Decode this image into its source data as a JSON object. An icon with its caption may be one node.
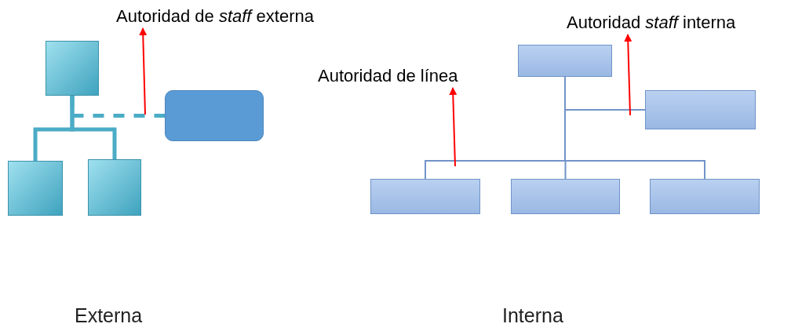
{
  "diagram": {
    "nodes": [
      {
        "text": [],
        "shape": "box"
      },
      {
        "text": [],
        "shape": "box"
      },
      {
        "text": [],
        "shape": "box"
      },
      {
        "text": [],
        "shape": "box"
      },
      {
        "text": [],
        "shape": "box"
      },
      {
        "text": [],
        "shape": "box"
      },
      {
        "text": [],
        "shape": "box"
      },
      {
        "text": [],
        "shape": "box"
      },
      {
        "text": [],
        "shape": "box"
      },
      {
        "text": [
          "Autoridad de *staff* externa"
        ]
      },
      {
        "text": [
          "Autoridad de línea"
        ]
      },
      {
        "text": [
          "Autoridad *staff* interna"
        ]
      }
    ],
    "edges": [
      {
        "from": 0,
        "to": 1,
        "arrow": "none",
        "style": "thick",
        "color": "#4bacc6"
      },
      {
        "from": 0,
        "to": 2,
        "arrow": "none",
        "style": "thick",
        "color": "#4bacc6"
      },
      {
        "from": 0,
        "to": 3,
        "arrow": "none",
        "style": "dashed",
        "color": "#4bacc6"
      },
      {
        "from": 4,
        "to": 5,
        "arrow": "none"
      },
      {
        "from": 4,
        "to": 6,
        "arrow": "none"
      },
      {
        "from": 4,
        "to": 7,
        "arrow": "none"
      },
      {
        "from": 4,
        "to": 8,
        "arrow": "none"
      },
      {
        "from": null,
        "to": 9,
        "arrow": "to",
        "color": "#ff0000"
      },
      {
        "from": null,
        "to": 10,
        "arrow": "to",
        "color": "#ff0000"
      },
      {
        "from": null,
        "to": 11,
        "arrow": "to",
        "color": "#ff0000"
      }
    ],
    "labels": [
      "Externa",
      "Interna"
    ]
  }
}
